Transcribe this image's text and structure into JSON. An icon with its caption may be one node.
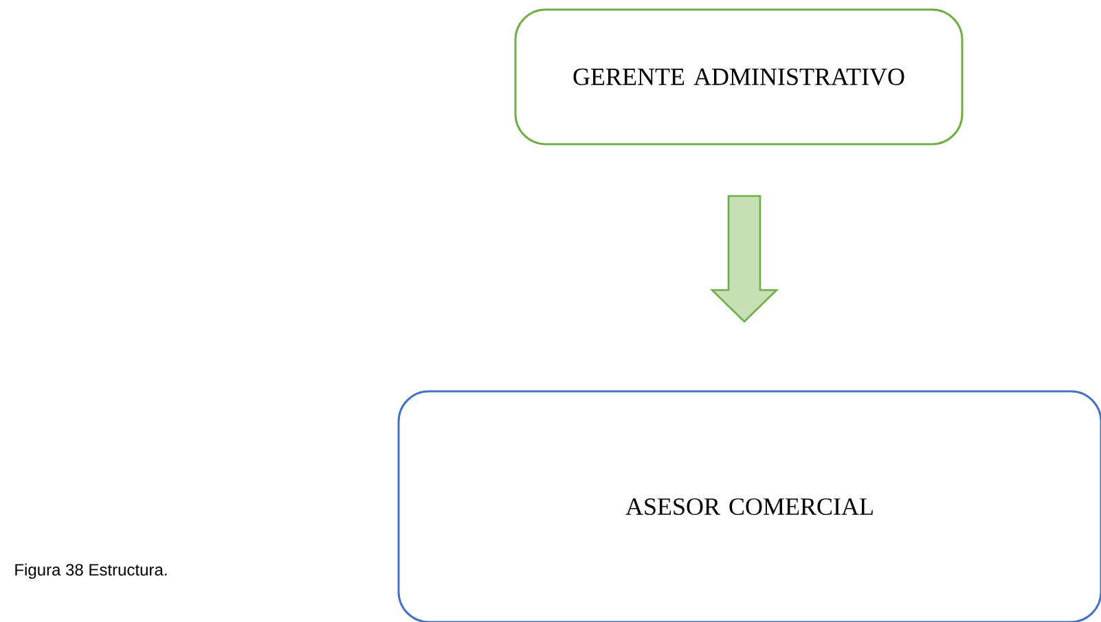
{
  "diagram": {
    "caption": "Figura 38 Estructura.",
    "nodes": [
      {
        "text": [
          "GERENTE ADMINISTRATIVO"
        ]
      },
      {
        "text": [
          "ASESOR COMERCIAL"
        ]
      }
    ],
    "edges": [
      {
        "from": 0,
        "to": 1,
        "arrow": "to"
      }
    ]
  }
}
